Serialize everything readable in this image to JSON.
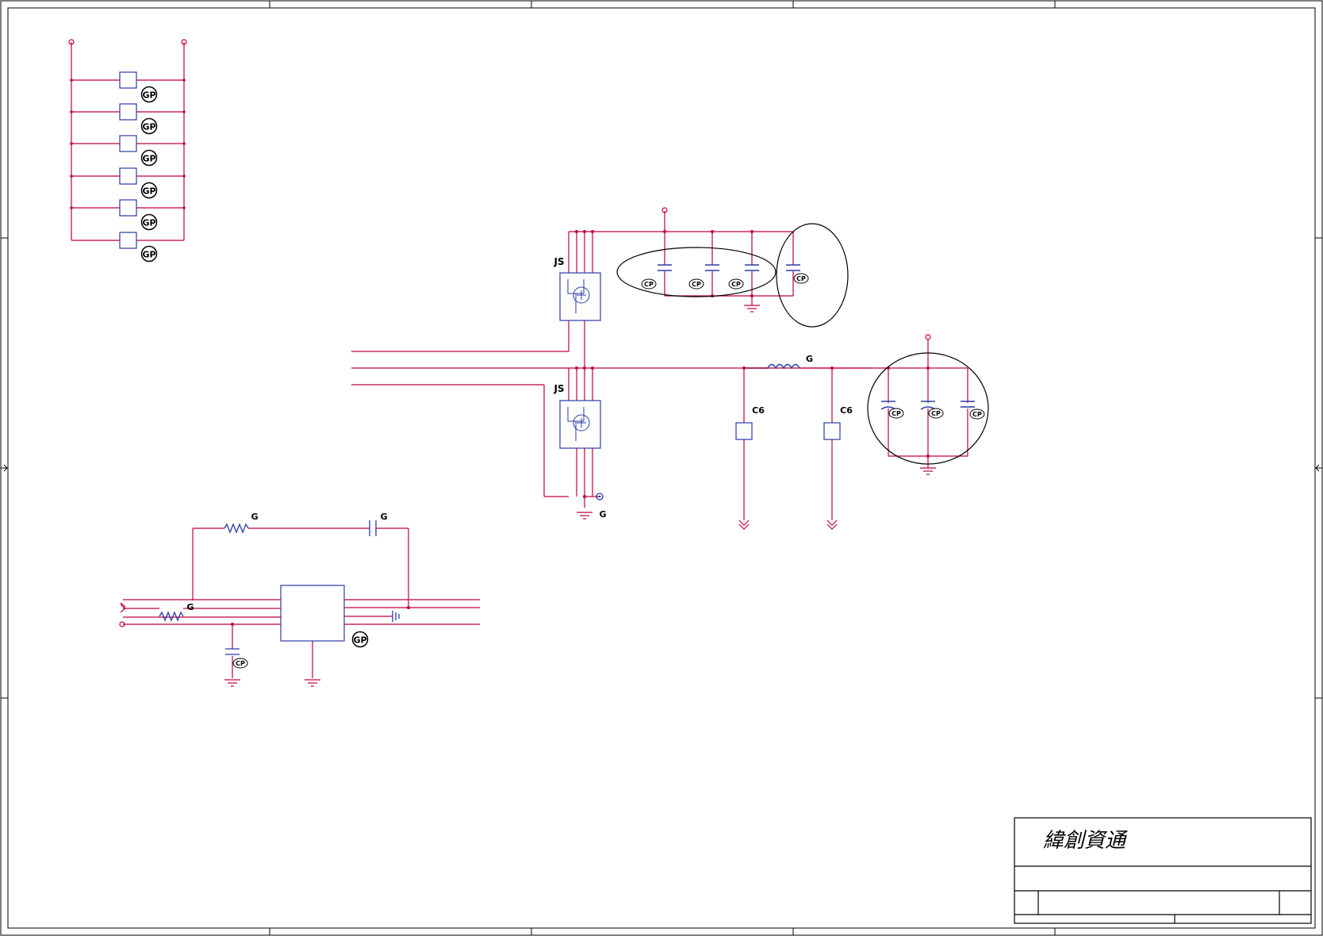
{
  "title_block": {
    "company_logo": "緯創資通"
  },
  "badges": {
    "gp": "GP",
    "cp": "CP"
  },
  "refs": {
    "q_upper": "JS",
    "q_lower": "JS",
    "inductor": "G",
    "tp1": "C6",
    "tp2": "C6",
    "r_feedback": "G",
    "c_feedback": "G",
    "r_input": "G",
    "tp_gnd": "G"
  },
  "colors": {
    "border": "#000000",
    "wire": "#c0003c",
    "part": "#2a3aa8",
    "ground": "#c0003c"
  }
}
